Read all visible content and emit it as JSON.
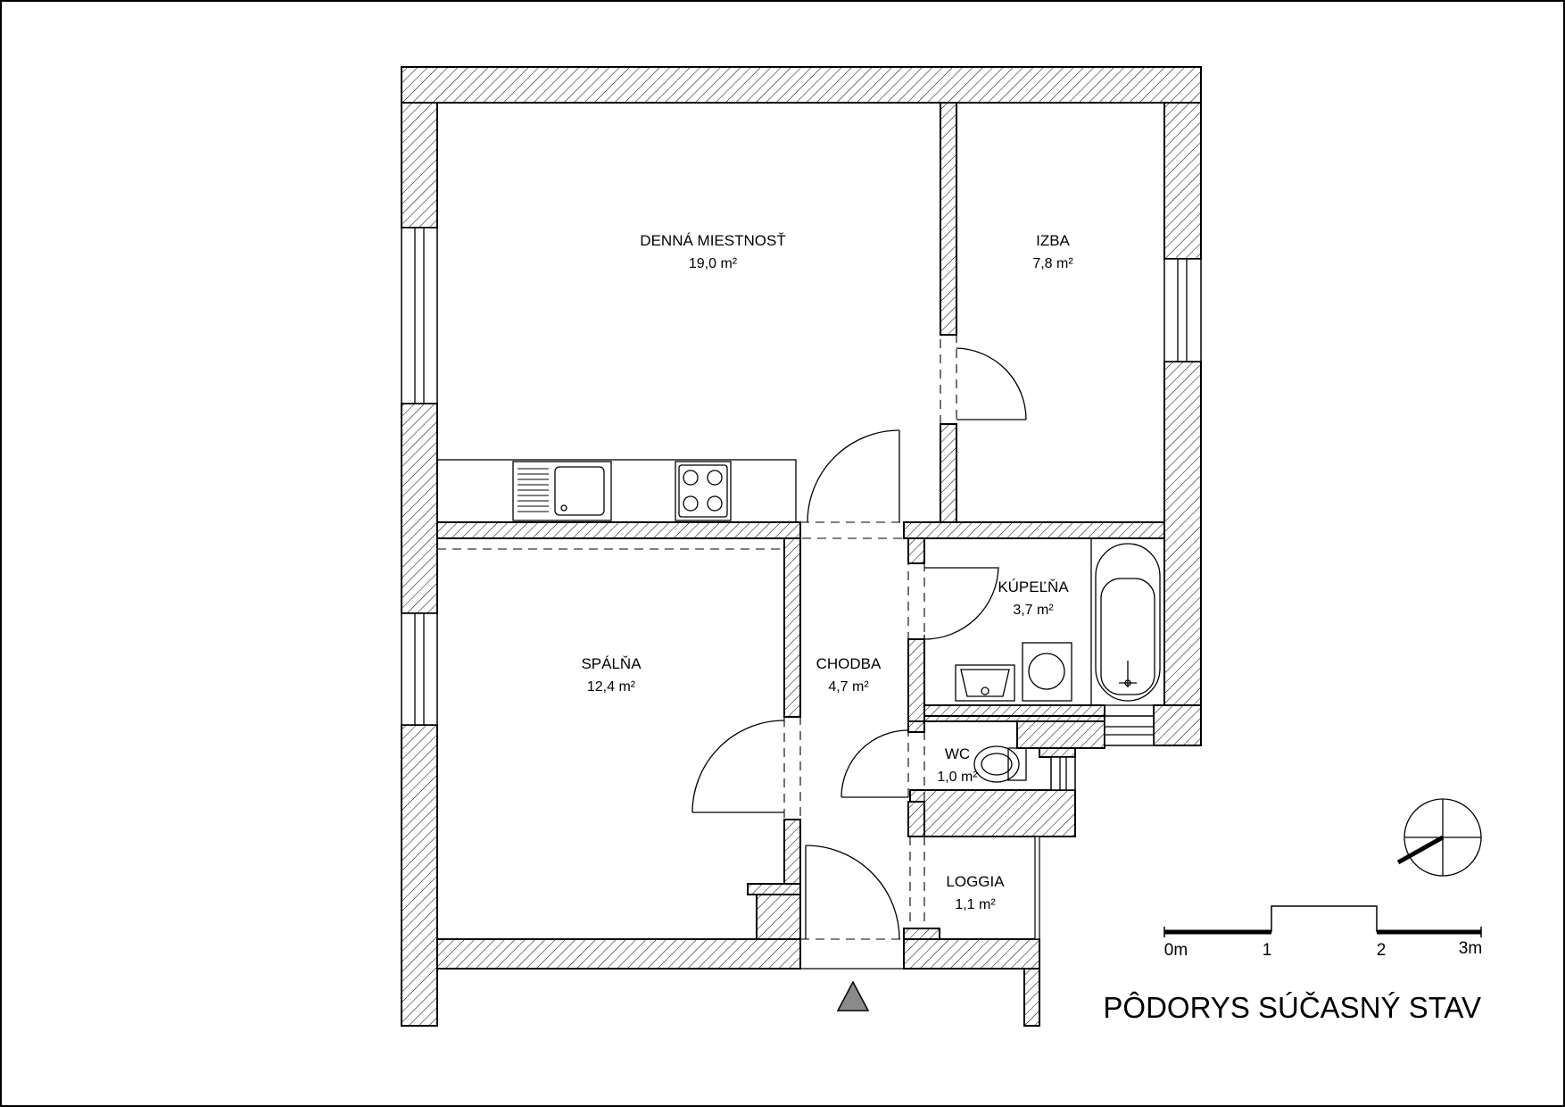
{
  "rooms": {
    "living": {
      "name": "DENNÁ MIESTNOSŤ",
      "area": "19,0 m²"
    },
    "room": {
      "name": "IZBA",
      "area": "7,8 m²"
    },
    "bathroom": {
      "name": "KÚPEĽŇA",
      "area": "3,7 m²"
    },
    "bedroom": {
      "name": "SPÁLŇA",
      "area": "12,4 m²"
    },
    "hallway": {
      "name": "CHODBA",
      "area": "4,7 m²"
    },
    "wc": {
      "name": "WC",
      "area": "1,0 m²"
    },
    "loggia": {
      "name": "LOGGIA",
      "area": "1,1 m²"
    }
  },
  "scale": {
    "labels": [
      "0m",
      "1",
      "2",
      "3m"
    ]
  },
  "title": "PÔDORYS SÚČASNÝ STAV",
  "colors": {
    "entrance_marker": "#8a8a8a",
    "line": "#000000"
  }
}
